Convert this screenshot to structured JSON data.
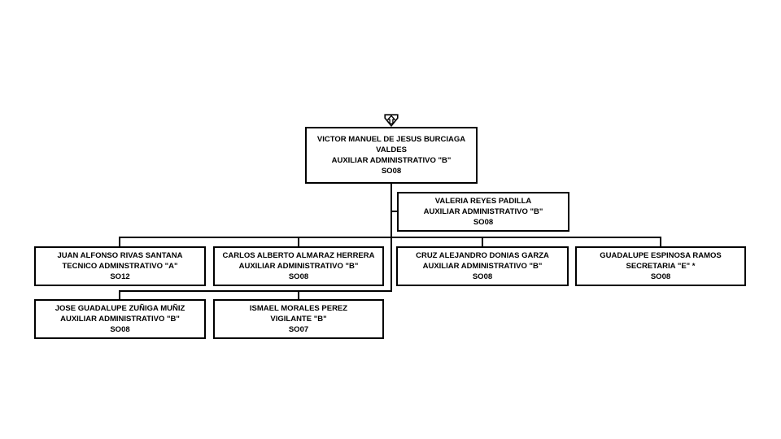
{
  "diagram_type": "org-chart",
  "nodes": [
    {
      "id": "victor",
      "name": "VICTOR MANUEL DE JESUS BURCIAGA VALDES",
      "title": "AUXILIAR ADMINISTRATIVO \"B\"",
      "code": "SO08"
    },
    {
      "id": "valeria",
      "name": "VALERIA REYES PADILLA",
      "title": "AUXILIAR ADMINISTRATIVO \"B\"",
      "code": "SO08"
    },
    {
      "id": "juan",
      "name": "JUAN ALFONSO RIVAS SANTANA",
      "title": "TECNICO ADMINSTRATIVO \"A\"",
      "code": "SO12"
    },
    {
      "id": "carlos",
      "name": "CARLOS ALBERTO ALMARAZ HERRERA",
      "title": "AUXILIAR ADMINISTRATIVO \"B\"",
      "code": "SO08"
    },
    {
      "id": "cruz",
      "name": "CRUZ ALEJANDRO DONIAS GARZA",
      "title": "AUXILIAR ADMINISTRATIVO \"B\"",
      "code": "SO08"
    },
    {
      "id": "guadalupe",
      "name": "GUADALUPE ESPINOSA RAMOS",
      "title": "SECRETARIA \"E\" *",
      "code": "SO08"
    },
    {
      "id": "jose",
      "name": "JOSE GUADALUPE ZUÑIGA MUÑIZ",
      "title": "AUXILIAR ADMINISTRATIVO \"B\"",
      "code": "SO08"
    },
    {
      "id": "ismael",
      "name": "ISMAEL MORALES PEREZ",
      "title": "VIGILANTE \"B\"",
      "code": "SO07"
    }
  ],
  "hierarchy": {
    "root": "victor",
    "side_branch_of_trunk": [
      "valeria"
    ],
    "tier2_on_shared_rail": [
      "juan",
      "carlos",
      "cruz",
      "guadalupe"
    ],
    "tier3_fed_from_trunk": [
      "jose",
      "ismael"
    ]
  },
  "icons": {
    "parent_link": "up-arrow-banner-icon"
  },
  "colors": {
    "box_border": "#000000",
    "box_background": "#ffffff",
    "text": "#000000",
    "connector": "#000000",
    "page_background": "#ffffff"
  }
}
